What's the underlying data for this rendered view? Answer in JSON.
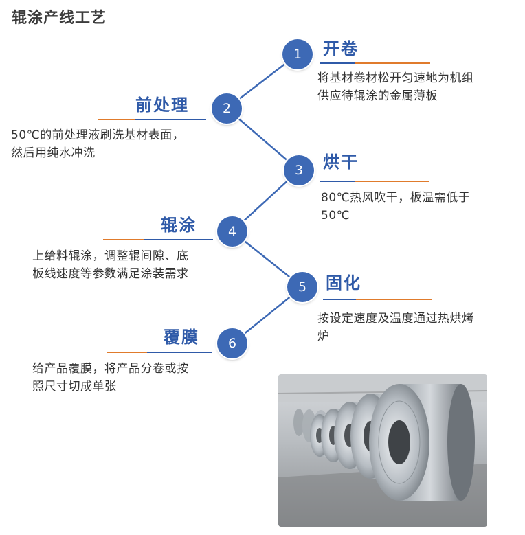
{
  "title": "辊涂产线工艺",
  "steps": [
    {
      "num": "1",
      "head": "开卷",
      "desc": [
        "将基材卷材松开匀速地为机组",
        "供应待辊涂的金属薄板"
      ]
    },
    {
      "num": "2",
      "head": "前处理",
      "desc": [
        "50℃的前处理液刷洗基材表面，",
        "然后用纯水冲洗"
      ]
    },
    {
      "num": "3",
      "head": "烘干",
      "desc": [
        "80℃热风吹干，板温需低于",
        "50℃"
      ]
    },
    {
      "num": "4",
      "head": "辊涂",
      "desc": [
        "上给料辊涂，调整辊间隙、底",
        "板线速度等参数满足涂装需求"
      ]
    },
    {
      "num": "5",
      "head": "固化",
      "desc": [
        "按设定速度及温度通过热烘烤",
        "炉"
      ]
    },
    {
      "num": "6",
      "head": "覆膜",
      "desc": [
        "给产品覆膜，将产品分卷或按",
        "照尺寸切成单张"
      ]
    }
  ],
  "colors": {
    "node": "#3d69b5",
    "heading": "#2f5aa8",
    "underline_blue": "#2f5aa8",
    "underline_orange": "#e07b2c"
  }
}
